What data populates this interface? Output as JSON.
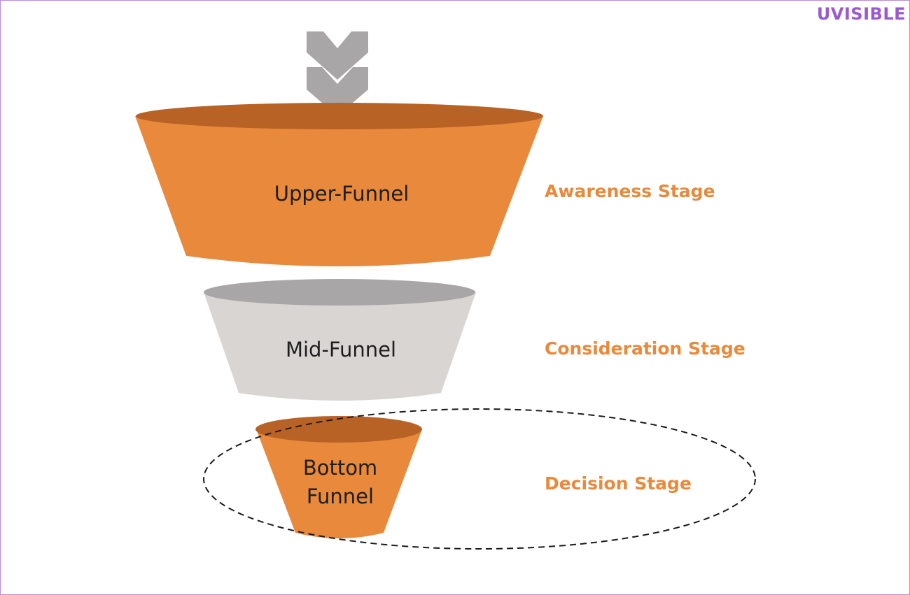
{
  "brand": {
    "logo_text": "UVISIBLE",
    "logo_color": "#9b59d0"
  },
  "colors": {
    "orange": "#e8893c",
    "orange_dark": "#b86226",
    "grey_body": "#d9d5d3",
    "grey_top": "#a9a6a7",
    "arrow": "#a9a6a7",
    "stage_text": "#e8893c",
    "ellipse_stroke": "#1a1a1a"
  },
  "funnels": [
    {
      "id": "upper",
      "label_lines": [
        "Upper-Funnel"
      ],
      "stage": "Awareness Stage",
      "color_key": "orange"
    },
    {
      "id": "mid",
      "label_lines": [
        "Mid-Funnel"
      ],
      "stage": "Consideration Stage",
      "color_key": "grey"
    },
    {
      "id": "bottom",
      "label_lines": [
        "Bottom",
        "Funnel"
      ],
      "stage": "Decision Stage",
      "color_key": "orange",
      "highlighted": true
    }
  ],
  "entry_arrow": {
    "icon": "double-chevron-down-icon"
  }
}
